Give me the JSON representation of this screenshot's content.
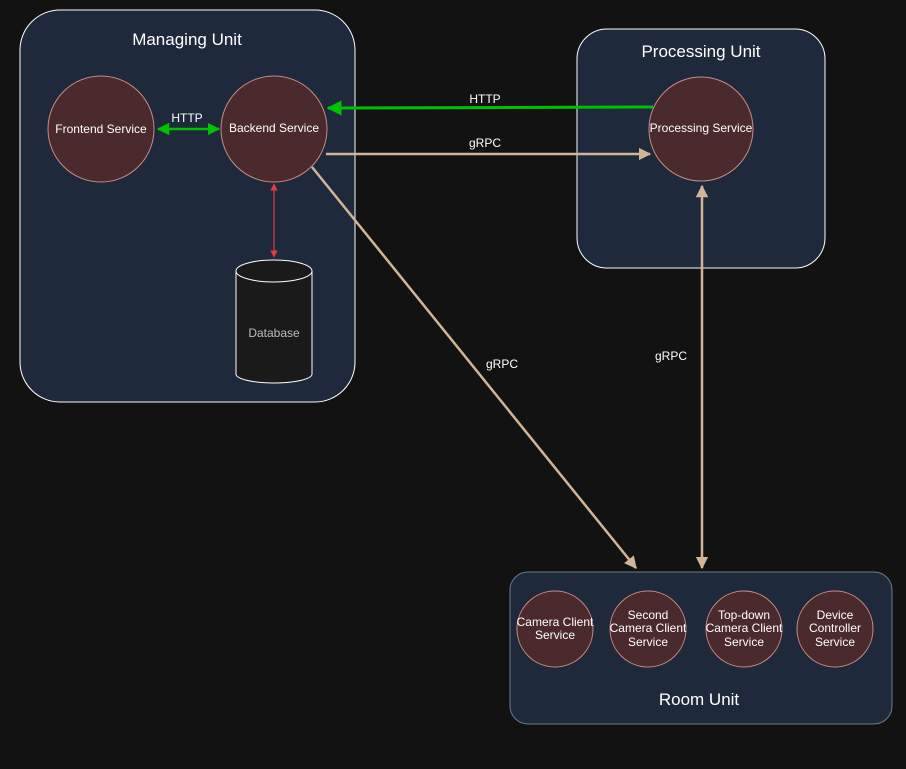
{
  "colors": {
    "background": "#121212",
    "unit_fill": "#1e293b",
    "service_fill": "#4a2a2c",
    "service_stroke": "#c98a85",
    "http_edge": "#00c000",
    "grpc_edge": "#d2b496",
    "db_edge": "#e03c3c"
  },
  "units": {
    "managing": {
      "title": "Managing Unit"
    },
    "processing": {
      "title": "Processing Unit"
    },
    "room": {
      "title": "Room Unit"
    }
  },
  "services": {
    "frontend": {
      "line1": "Frontend Service"
    },
    "backend": {
      "line1": "Backend Service"
    },
    "processing": {
      "line1": "Processing Service"
    },
    "database": {
      "line1": "Database"
    },
    "camera_client": {
      "line1": "Camera Client",
      "line2": "Service"
    },
    "second_camera": {
      "line1": "Second",
      "line2": "Camera Client",
      "line3": "Service"
    },
    "topdown_camera": {
      "line1": "Top-down",
      "line2": "Camera Client",
      "line3": "Service"
    },
    "device_controller": {
      "line1": "Device",
      "line2": "Controller",
      "line3": "Service"
    }
  },
  "edges": {
    "frontend_backend": {
      "label": "HTTP"
    },
    "processing_backend": {
      "label": "HTTP"
    },
    "backend_processing": {
      "label": "gRPC"
    },
    "backend_room": {
      "label": "gRPC"
    },
    "processing_room": {
      "label": "gRPC"
    }
  }
}
